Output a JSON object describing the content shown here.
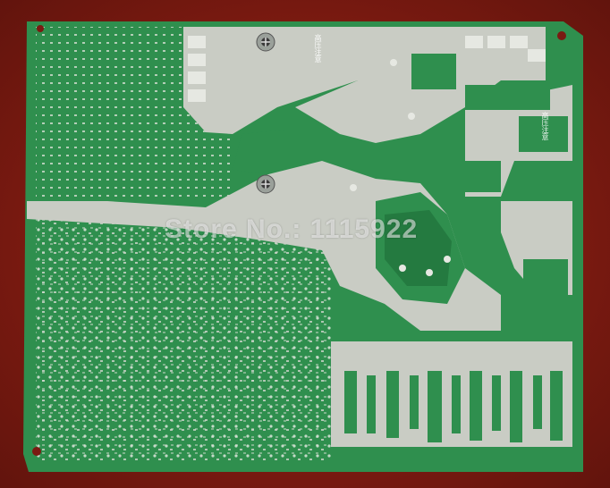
{
  "photo": {
    "subject": "printed-circuit-board",
    "colors": {
      "background": "#7a1a12",
      "board": "#2f8f4e",
      "board_dark": "#247a40",
      "copper": "#c9ccc4",
      "pad": "#e6e8e2",
      "silkscreen": "#ffffff"
    }
  },
  "silkscreen_labels": [
    {
      "text": "高压注意"
    },
    {
      "text": "高压注意"
    }
  ],
  "watermark": {
    "text": "Store No.: 1115922"
  }
}
